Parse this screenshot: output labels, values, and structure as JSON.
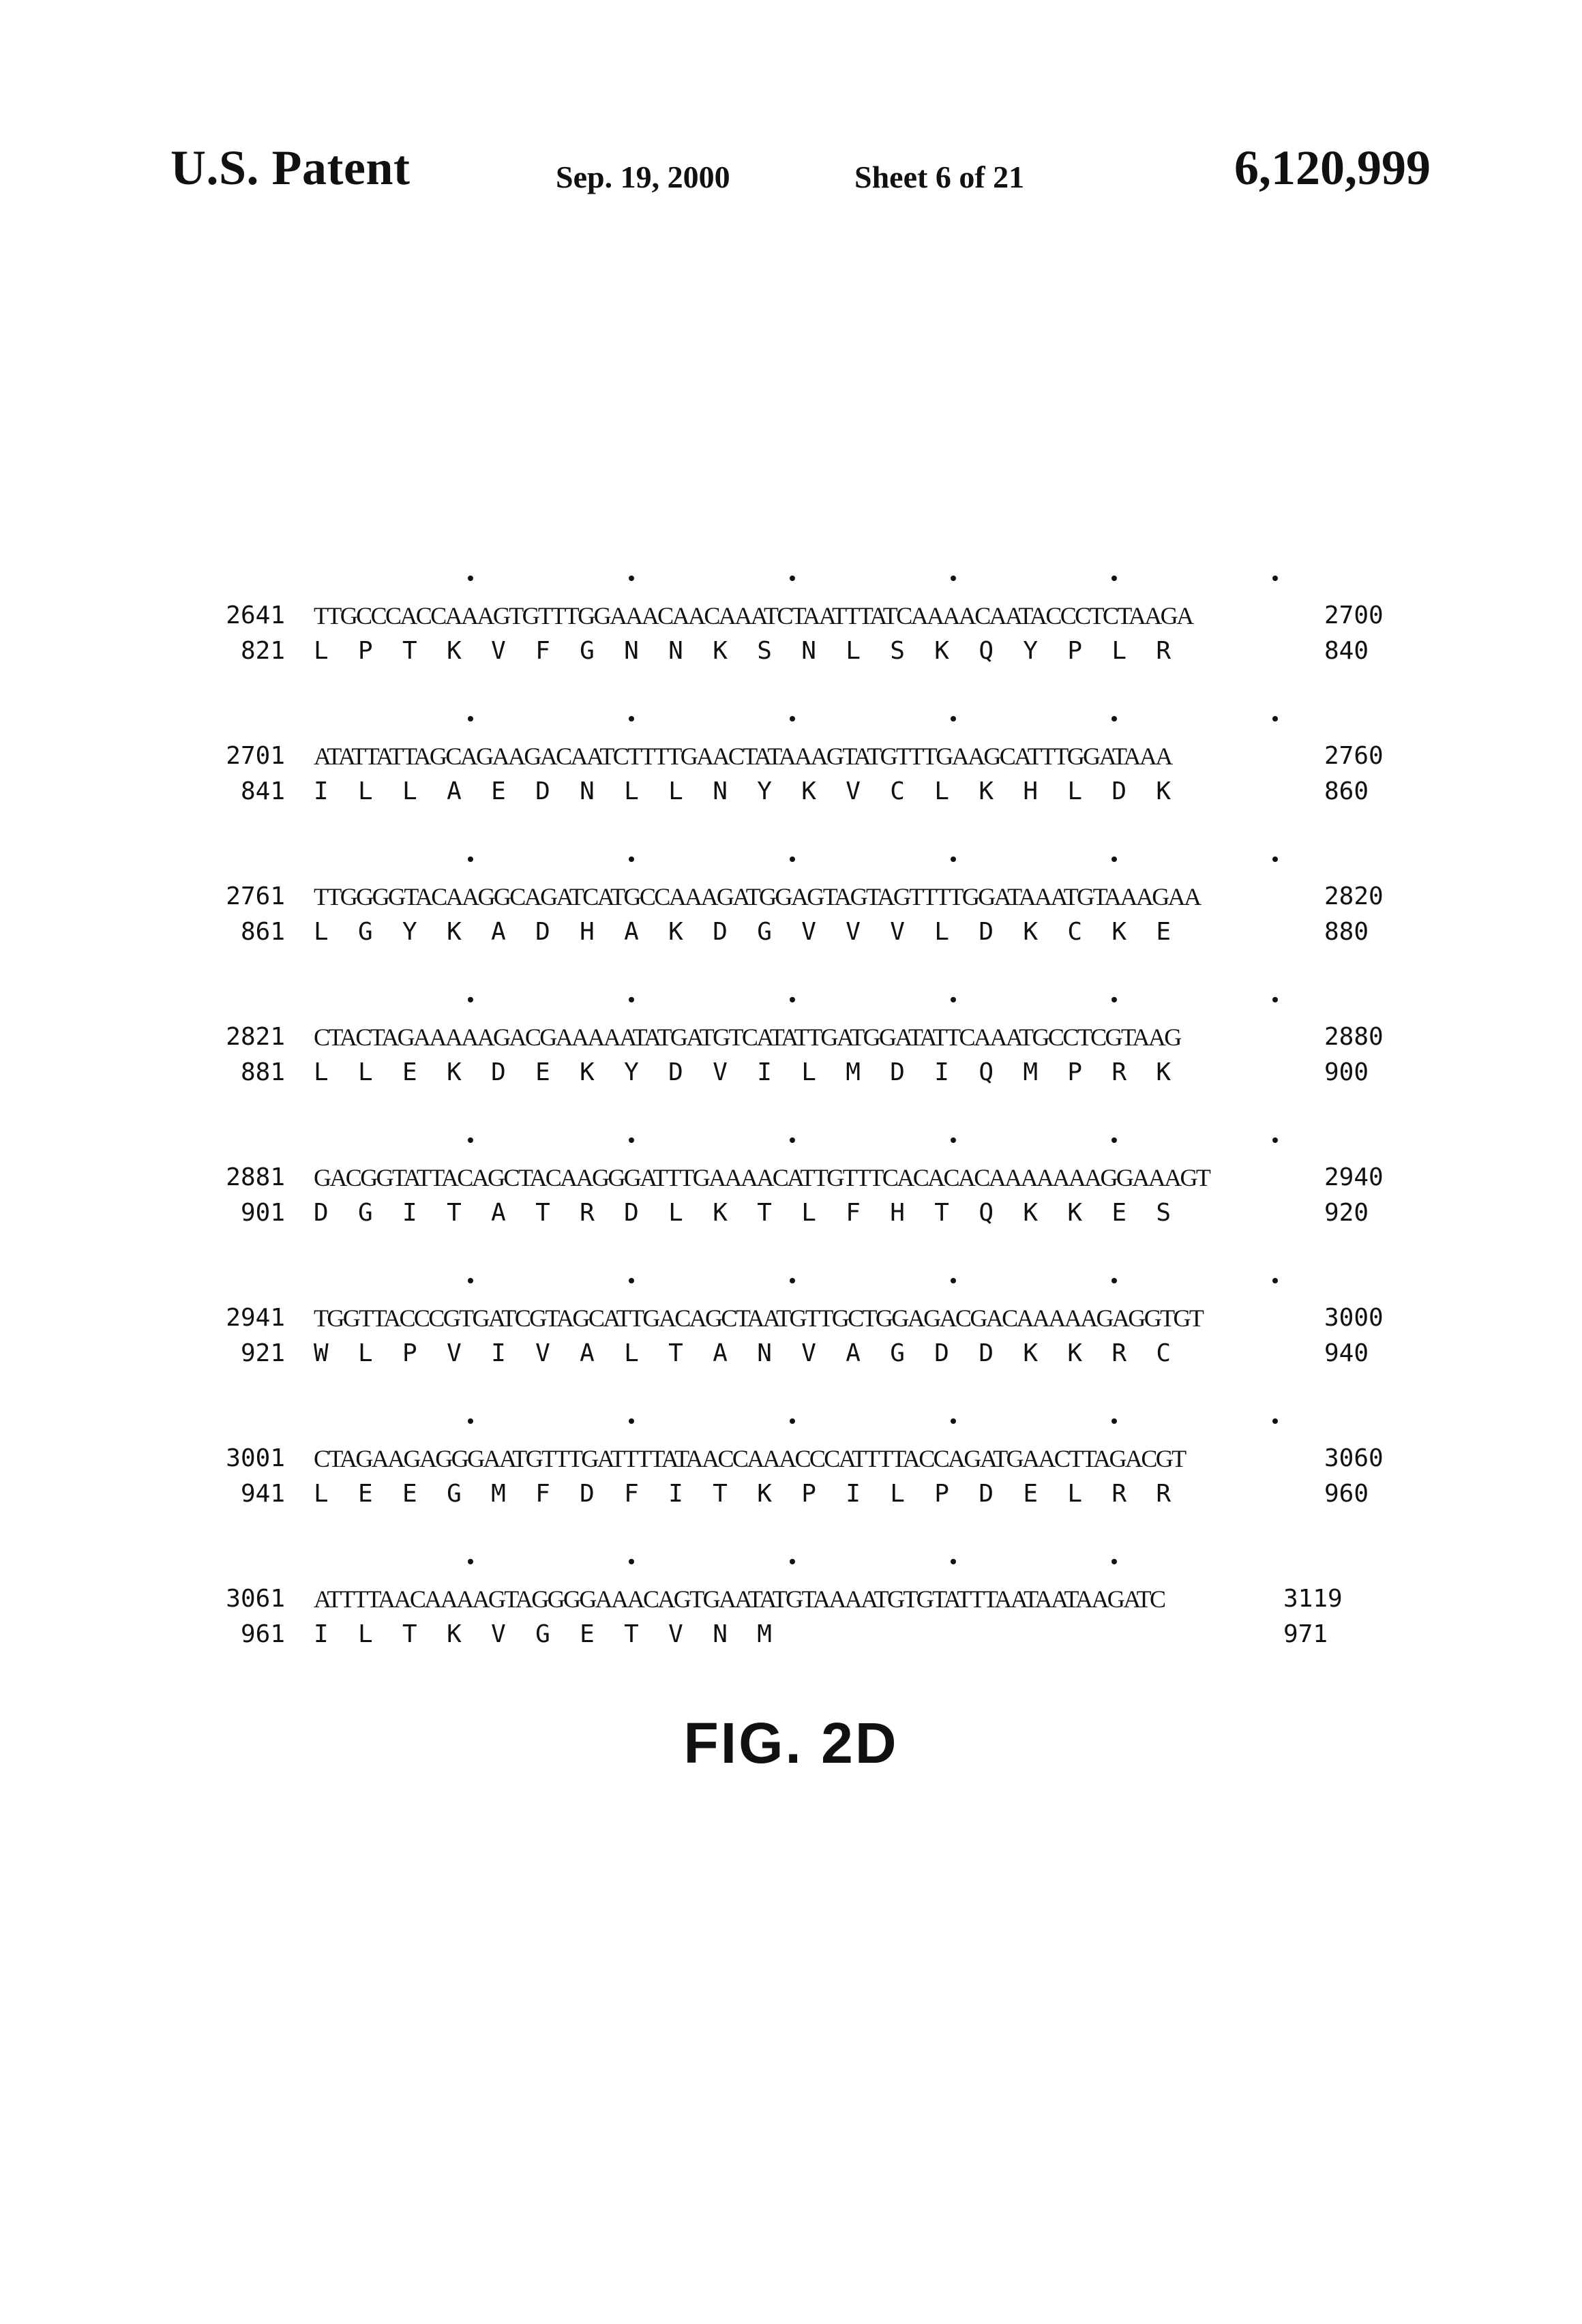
{
  "header": {
    "left": "U.S. Patent",
    "date": "Sep. 19, 2000",
    "sheet": "Sheet 6 of 21",
    "patent_number": "6,120,999"
  },
  "blocks": [
    {
      "nt_start": "2641",
      "nt_seq": "TTGCCCACCAAAGTGTTTGGAAACAACAAATCTAATTTATCAAAACAATACCCTCTAAGA",
      "nt_end": "2700",
      "aa_start": "821",
      "aa_seq": "L  P  T  K  V  F  G  N  N  K  S  N  L  S  K  Q  Y  P  L  R",
      "aa_end": "840"
    },
    {
      "nt_start": "2701",
      "nt_seq": "ATATTATTAGCAGAAGACAATCTTTTGAACTATAAAGTATGTTTGAAGCATTTGGATAAA",
      "nt_end": "2760",
      "aa_start": "841",
      "aa_seq": "I  L  L  A  E  D  N  L  L  N  Y  K  V  C  L  K  H  L  D  K",
      "aa_end": "860"
    },
    {
      "nt_start": "2761",
      "nt_seq": "TTGGGGTACAAGGCAGATCATGCCAAAGATGGAGTAGTAGTTTTGGATAAATGTAAAGAA",
      "nt_end": "2820",
      "aa_start": "861",
      "aa_seq": "L  G  Y  K  A  D  H  A  K  D  G  V  V  V  L  D  K  C  K  E",
      "aa_end": "880"
    },
    {
      "nt_start": "2821",
      "nt_seq": "CTACTAGAAAAAGACGAAAAATATGATGTCATATTGATGGATATTCAAATGCCTCGTAAG",
      "nt_end": "2880",
      "aa_start": "881",
      "aa_seq": "L  L  E  K  D  E  K  Y  D  V  I  L  M  D  I  Q  M  P  R  K",
      "aa_end": "900"
    },
    {
      "nt_start": "2881",
      "nt_seq": "GACGGTATTACAGCTACAAGGGATTTGAAAACATTGTTTCACACACAAAAAAAGGAAAGT",
      "nt_end": "2940",
      "aa_start": "901",
      "aa_seq": "D  G  I  T  A  T  R  D  L  K  T  L  F  H  T  Q  K  K  E  S",
      "aa_end": "920"
    },
    {
      "nt_start": "2941",
      "nt_seq": "TGGTTACCCGTGATCGTAGCATTGACAGCTAATGTTGCTGGAGACGACAAAAAGAGGTGT",
      "nt_end": "3000",
      "aa_start": "921",
      "aa_seq": "W  L  P  V  I  V  A  L  T  A  N  V  A  G  D  D  K  K  R  C",
      "aa_end": "940"
    },
    {
      "nt_start": "3001",
      "nt_seq": "CTAGAAGAGGGAATGTTTGATTTTATAACCAAACCCATTTTACCAGATGAACTTAGACGT",
      "nt_end": "3060",
      "aa_start": "941",
      "aa_seq": "L  E  E  G  M  F  D  F  I  T  K  P  I  L  P  D  E  L  R  R",
      "aa_end": "960"
    },
    {
      "nt_start": "3061",
      "nt_seq": "ATTTTAACAAAAGTAGGGGAAACAGTGAATATGTAAAATGTGTATTTAATAATAAGATC",
      "nt_end": "3119",
      "aa_start": "961",
      "aa_seq": "I  L  T  K  V  G  E  T  V  N  M",
      "aa_end": "971"
    }
  ],
  "figure_label": "FIG. 2D"
}
